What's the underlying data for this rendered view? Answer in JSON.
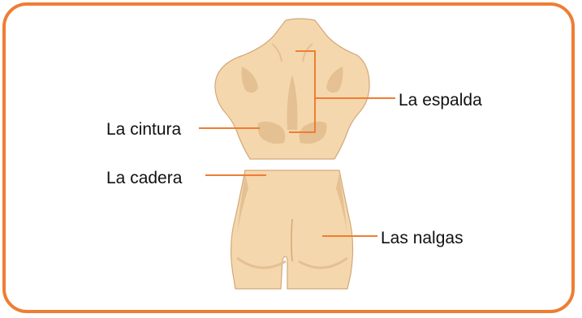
{
  "labels": {
    "back": "La espalda",
    "waist": "La cintura",
    "hip": "La cadera",
    "buttocks": "Las nalgas"
  },
  "colors": {
    "frame": "#ef7d33",
    "leader_lines": "#ef7d33",
    "skin": "#f5d7ad",
    "shadow": "#e4c092",
    "outline": "#d3a877",
    "text": "#111111"
  }
}
